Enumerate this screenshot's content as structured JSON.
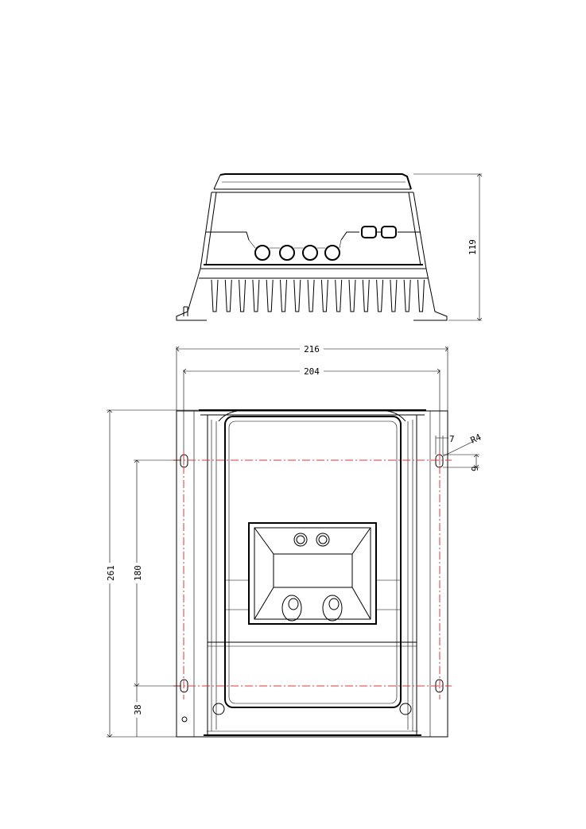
{
  "drawing": {
    "type": "technical-drawing",
    "colors": {
      "line": "#000000",
      "centerline": "#d83a3a",
      "background": "#ffffff"
    },
    "dimensions": {
      "height_side": "119",
      "overall_width": "216",
      "hole_spacing_width": "204",
      "overall_length": "261",
      "hole_spacing_length": "180",
      "bottom_offset": "38",
      "slot_width": "7",
      "slot_length": "9",
      "slot_radius": "R4"
    }
  }
}
